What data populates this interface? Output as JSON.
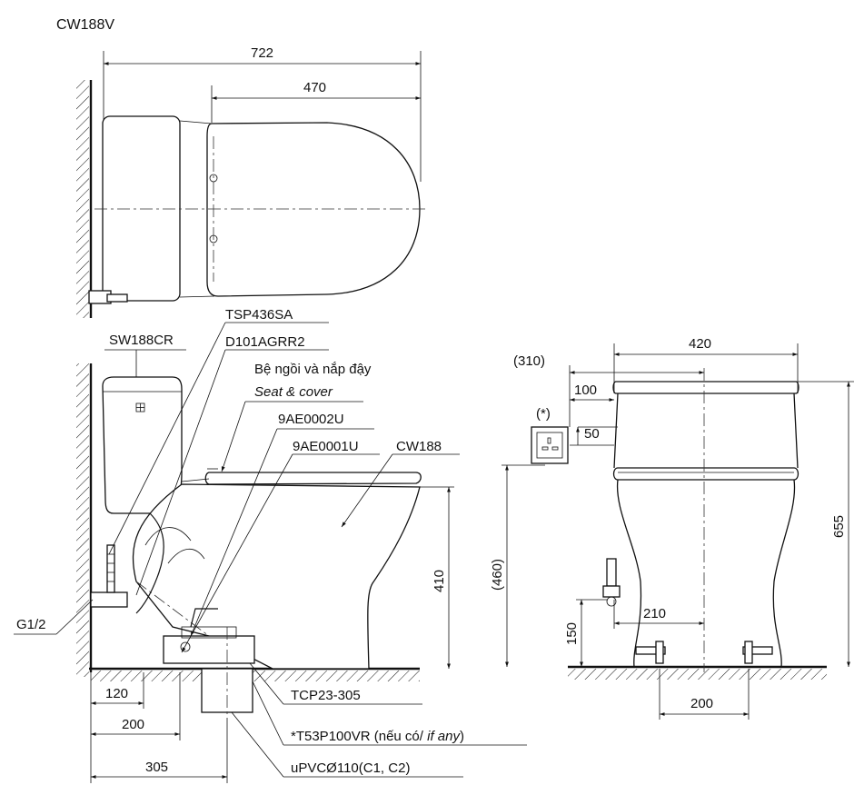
{
  "model_title": "CW188V",
  "dimensions": {
    "top_width": "722",
    "top_seat": "470",
    "side_120": "120",
    "side_200": "200",
    "side_305": "305",
    "side_height": "410",
    "front_width": "420",
    "front_310": "(310)",
    "front_100": "100",
    "front_50": "50",
    "front_460": "(460)",
    "front_655": "655",
    "front_150": "150",
    "front_210": "210",
    "front_200": "200"
  },
  "labels": {
    "tank": "SW188CR",
    "seat_code": "TSP436SA",
    "valve": "D101AGRR2",
    "seat_vn": "Bệ ngồi và nắp đậy",
    "seat_en": "Seat & cover",
    "part_9ae0002u": "9AE0002U",
    "part_9ae0001u": "9AE0001U",
    "bowl": "CW188",
    "inlet": "G1/2",
    "flange": "TCP23-305",
    "adapter_code": "*T53P100VR",
    "adapter_note_vn": " (nếu có/ ",
    "adapter_note_en": "if any",
    "adapter_close": ")",
    "pipe": "uPVCØ110(C1, C2)",
    "socket_mark": "(*)"
  },
  "colors": {
    "line": "#111111",
    "background": "#ffffff"
  }
}
